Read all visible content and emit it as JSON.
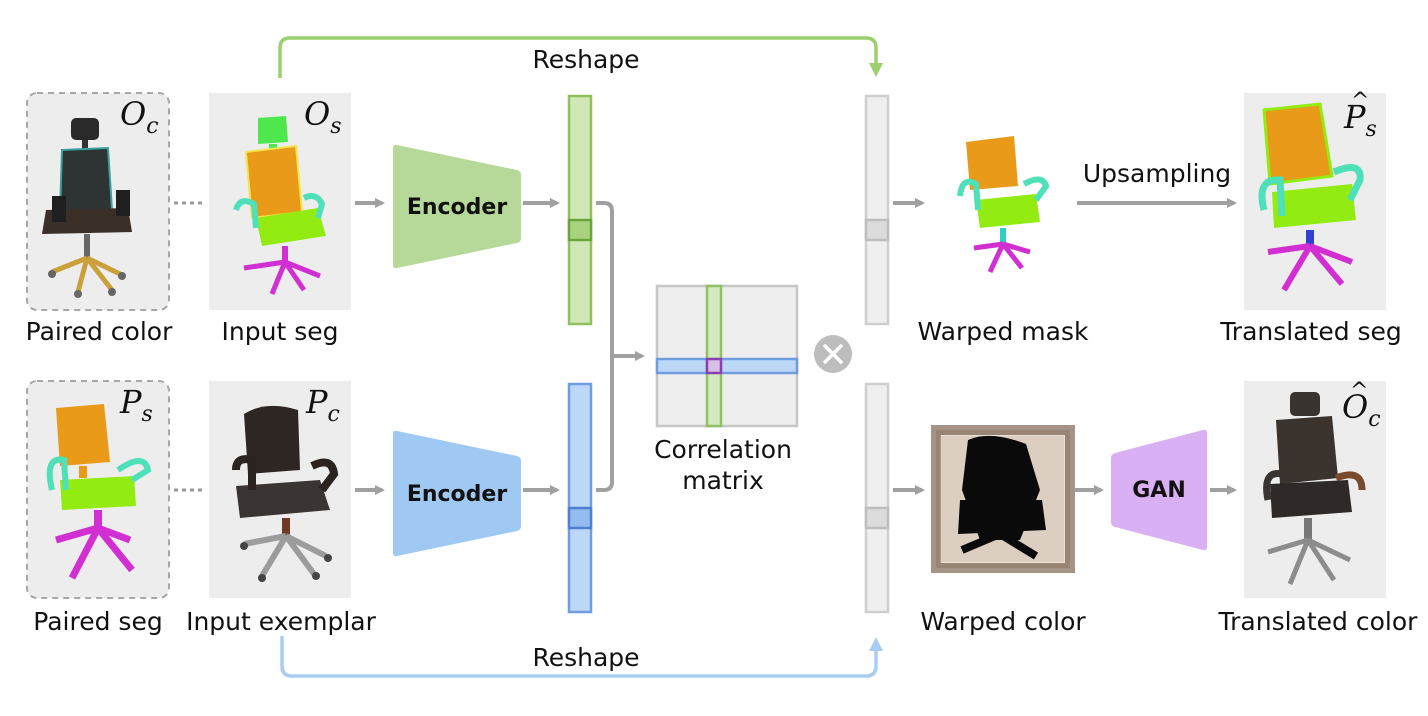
{
  "diagram": {
    "top_reshape_label": "Reshape",
    "bottom_reshape_label": "Reshape",
    "encoder_top_label": "Encoder",
    "encoder_bottom_label": "Encoder",
    "gan_label": "GAN",
    "upsampling_label": "Upsampling",
    "correlation_label_line1": "Correlation",
    "correlation_label_line2": "matrix",
    "captions": {
      "paired_color": "Paired color",
      "input_seg": "Input seg",
      "paired_seg": "Paired seg",
      "input_exemplar": "Input exemplar",
      "warped_mask": "Warped mask",
      "translated_seg": "Translated seg",
      "warped_color": "Warped color",
      "translated_color": "Translated color"
    },
    "symbols": {
      "oc": {
        "base": "O",
        "sub": "c"
      },
      "os": {
        "base": "O",
        "sub": "s"
      },
      "ps": {
        "base": "P",
        "sub": "s"
      },
      "pc": {
        "base": "P",
        "sub": "c"
      },
      "ps_hat": {
        "base": "P",
        "sub": "s",
        "hat": "^"
      },
      "oc_hat": {
        "base": "O",
        "sub": "c",
        "hat": "^"
      }
    },
    "colors": {
      "green_flow": "#9ccf6e",
      "blue_flow": "#a9cdf2",
      "encoder_green": "#b6d99a",
      "encoder_blue": "#9fc8f3",
      "gan_purple": "#dab0f5",
      "gray_arrow": "#a0a0a0"
    }
  }
}
